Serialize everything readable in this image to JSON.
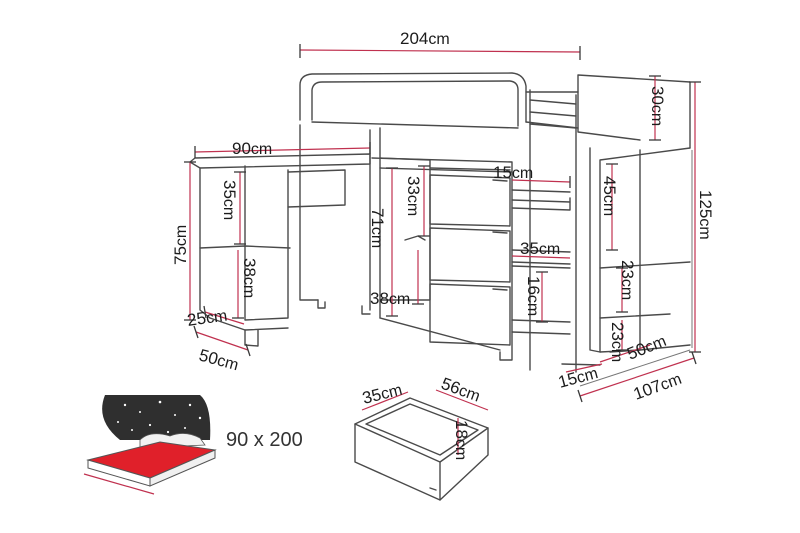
{
  "labels": {
    "width_total": "204",
    "depth_total": "107",
    "height_total": "125",
    "top_rail": "30",
    "desk_width": "90",
    "desk_height": "75",
    "desk_depth": "50",
    "desk_drawer_h": "35",
    "desk_shelf_h": "38",
    "desk_bottom": "25",
    "cab_top": "33",
    "cab_full": "71",
    "cab_bottom": "38",
    "step_depth": "15",
    "step_top": "45",
    "step_shelf": "35",
    "step_mid": "16",
    "side_upper": "23",
    "side_lower": "23",
    "side_depth": "50",
    "foot": "15",
    "drawer_w": "35",
    "drawer_d": "56",
    "drawer_h": "18"
  },
  "unit": "cm",
  "mattress": "90 x 200",
  "colors": {
    "dimension_line": "#c0314f",
    "mattress_red": "#e0202a",
    "sky": "#2f2f2f"
  }
}
